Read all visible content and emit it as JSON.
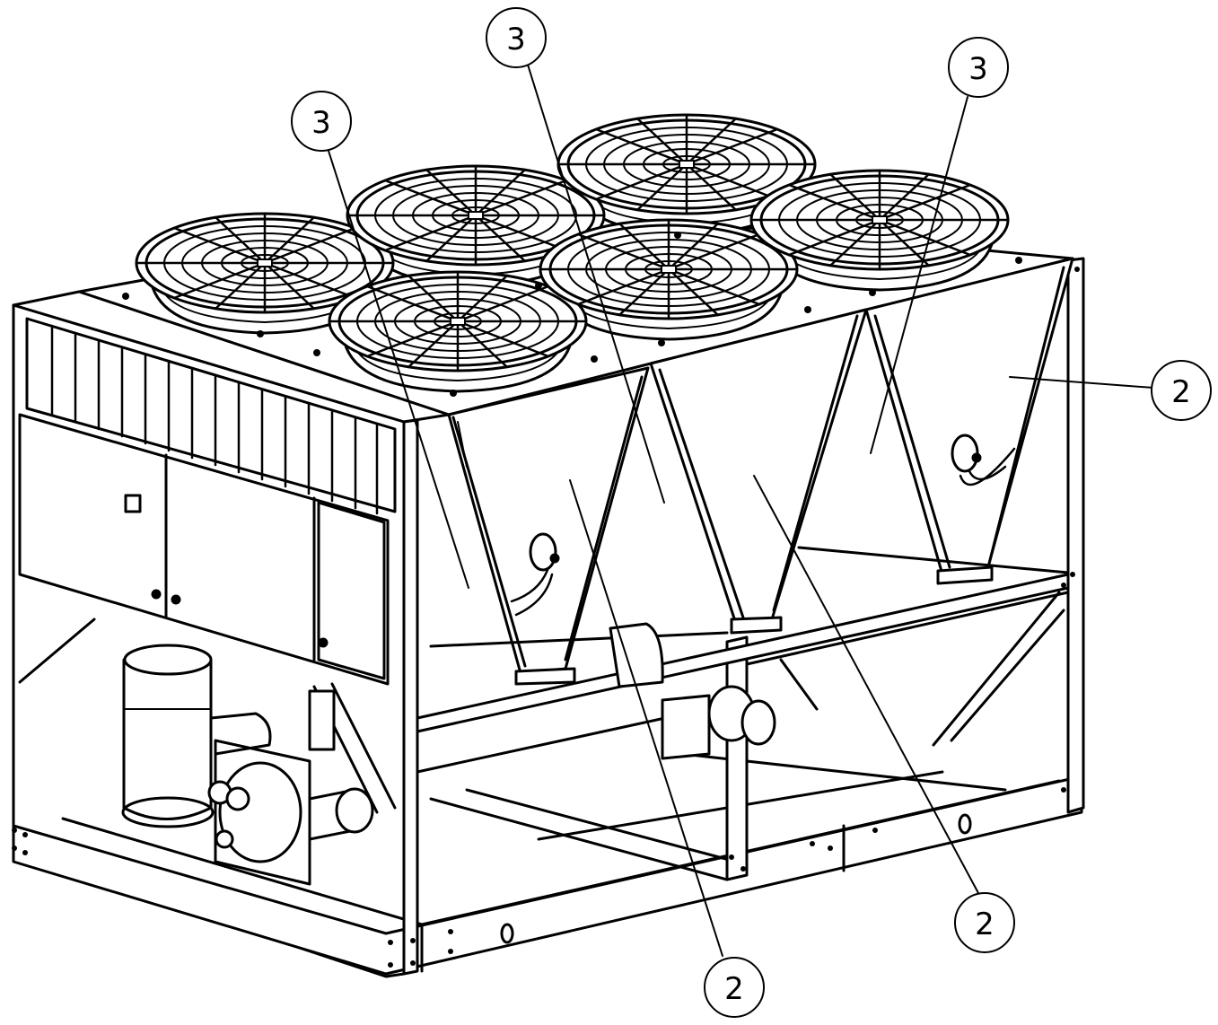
{
  "callouts": [
    {
      "id": "c1",
      "label": "3"
    },
    {
      "id": "c2",
      "label": "3"
    },
    {
      "id": "c3",
      "label": "3"
    },
    {
      "id": "c4",
      "label": "2"
    },
    {
      "id": "c5",
      "label": "2"
    },
    {
      "id": "c6",
      "label": "2"
    }
  ],
  "colors": {
    "line": "#000000",
    "background": "#ffffff"
  }
}
